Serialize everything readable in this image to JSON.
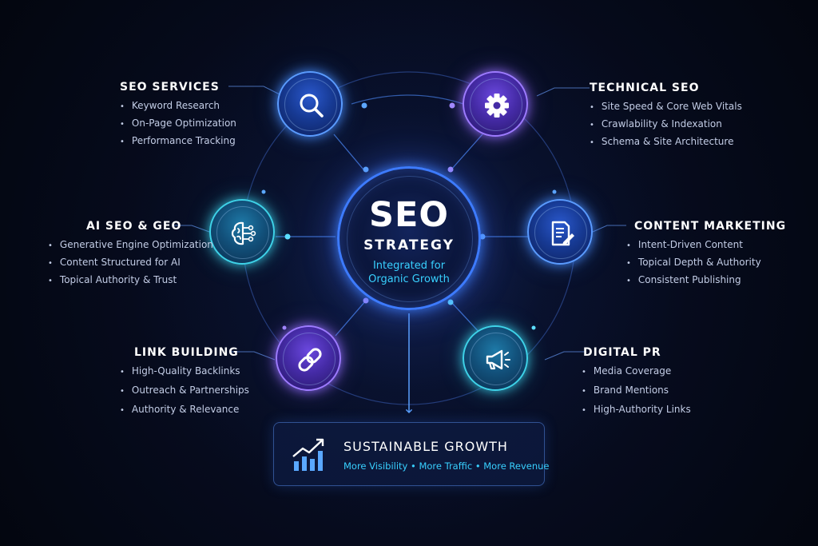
{
  "center": {
    "title": "SEO",
    "subtitle": "STRATEGY",
    "tagline_line1": "Integrated for",
    "tagline_line2": "Organic Growth"
  },
  "nodes": [
    {
      "title": "SEO SERVICES",
      "icon": "magnifier-icon",
      "color": "blue",
      "items": [
        "Keyword Research",
        "On-Page Optimization",
        "Performance Tracking"
      ]
    },
    {
      "title": "TECHNICAL SEO",
      "icon": "gear-icon",
      "color": "purple",
      "items": [
        "Site Speed & Core Web Vitals",
        "Crawlability & Indexation",
        "Schema & Site Architecture"
      ]
    },
    {
      "title": "AI SEO & GEO",
      "icon": "ai-brain-icon",
      "color": "teal",
      "items": [
        "Generative Engine Optimization",
        "Content Structured for AI",
        "Topical Authority & Trust"
      ]
    },
    {
      "title": "CONTENT MARKETING",
      "icon": "document-pen-icon",
      "color": "blue",
      "items": [
        "Intent-Driven Content",
        "Topical Depth & Authority",
        "Consistent Publishing"
      ]
    },
    {
      "title": "LINK BUILDING",
      "icon": "chain-link-icon",
      "color": "purple",
      "items": [
        "High-Quality Backlinks",
        "Outreach & Partnerships",
        "Authority & Relevance"
      ]
    },
    {
      "title": "DIGITAL PR",
      "icon": "megaphone-icon",
      "color": "teal",
      "items": [
        "Media Coverage",
        "Brand Mentions",
        "High-Authority Links"
      ]
    }
  ],
  "outcome": {
    "title": "SUSTAINABLE GROWTH",
    "subtitle": "More Visibility • More Traffic • More Revenue",
    "icon": "growth-chart-icon"
  },
  "colors": {
    "background": "#050a1a",
    "blue": "#4f8dff",
    "purple": "#9a7bff",
    "teal": "#3ed2e8",
    "accent_text": "#38d0ff"
  }
}
